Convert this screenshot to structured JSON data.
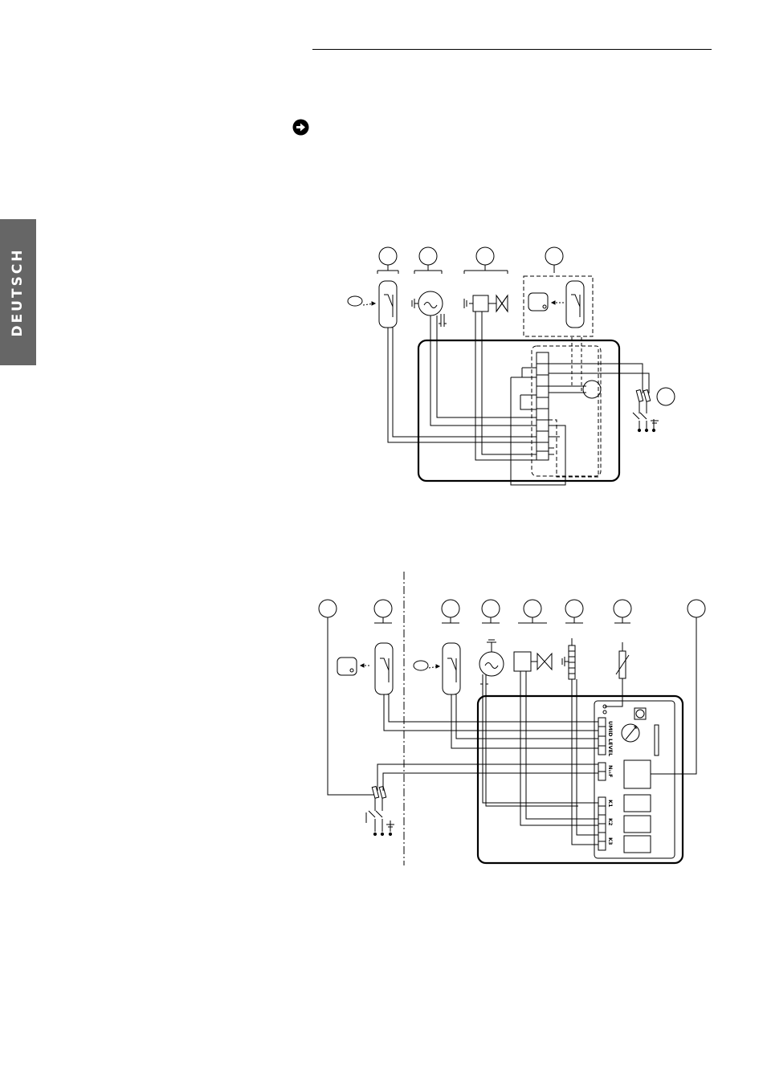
{
  "sidebar": {
    "language_tab": "DEUTSCH"
  },
  "diagram2": {
    "labels": {
      "umid": "UMID",
      "level": "LEVEL",
      "nz": "N₁₁F",
      "k1": "K1",
      "k2": "K2",
      "k3": "K3"
    }
  },
  "colors": {
    "tab_background": "#666666",
    "tab_text": "#ffffff",
    "line": "#000000"
  },
  "icons": [
    "arrow-right-circle-icon"
  ]
}
